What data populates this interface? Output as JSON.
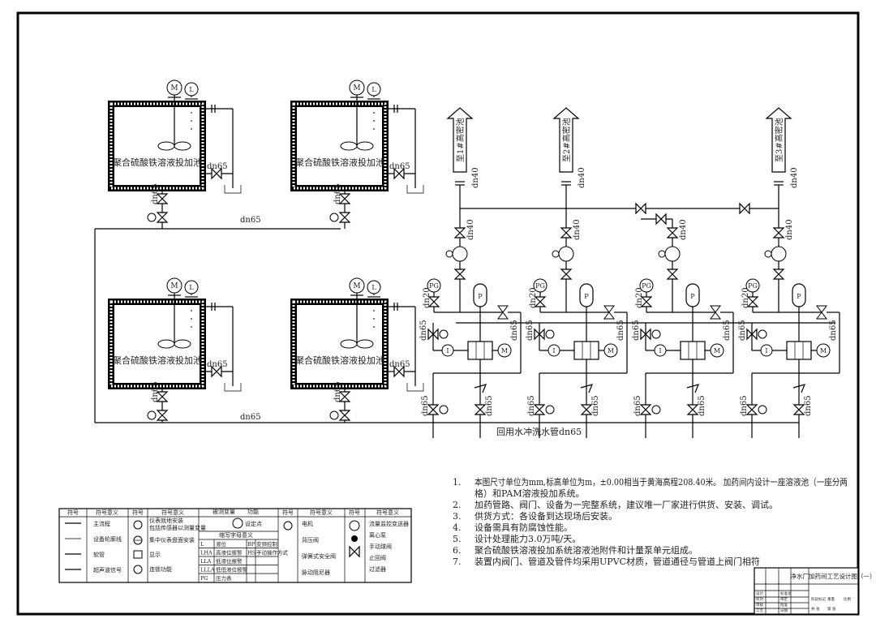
{
  "tanks": [
    {
      "label": "聚合硫酸铁溶液投加池",
      "overflow_dn": "dn65",
      "outlet_dn": "dn65"
    },
    {
      "label": "聚合硫酸铁溶液投加池",
      "overflow_dn": "dn65",
      "outlet_dn": "dn65"
    },
    {
      "label": "聚合硫酸铁溶液投加池",
      "overflow_dn": "dn65",
      "outlet_dn": "dn65"
    },
    {
      "label": "聚合硫酸铁溶液投加池",
      "overflow_dn": "dn65",
      "outlet_dn": "dn65"
    }
  ],
  "pipes": {
    "top_header": "dn65",
    "bottom_header": "dn65",
    "return_line": "回用水冲洗水管dn65",
    "discharge": "dn40",
    "branch": "dn40",
    "gauge": "dn20",
    "pump": "dn65"
  },
  "destinations": [
    "至1#高密池",
    "至2#高密池",
    "至3#高密池"
  ],
  "instruments": {
    "motor": "M",
    "level": "L",
    "pressure_vessel": "P",
    "pressure_gauge": "PG",
    "indicator": "I"
  },
  "notes": [
    {
      "num": "1.",
      "lines": [
        "本图尺寸单位为mm,标高单位为m，±0.00相当于黄海高程208.40米。 加药间内设计一座溶液池（一座分两",
        "格）和PAM溶液投加系统。"
      ]
    },
    {
      "num": "2.",
      "lines": [
        "加药管路、阀门、设备为一完整系统，建议唯一厂家进行供货、安装、调试。"
      ]
    },
    {
      "num": "3.",
      "lines": [
        "供货方式：各设备到达现场后安装。"
      ]
    },
    {
      "num": "4.",
      "lines": [
        "设备需具有防腐蚀性能。"
      ]
    },
    {
      "num": "5.",
      "lines": [
        "设计处理能力3.0万吨/天。"
      ]
    },
    {
      "num": "6.",
      "lines": [
        "聚合硫酸铁溶液投加系统溶液池附件和计量泵单元组成。"
      ]
    },
    {
      "num": "7.",
      "lines": [
        "装置内阀门、管道及管件均采用UPVC材质，管道通径与管道上阀门相符"
      ]
    }
  ],
  "legend": {
    "h_symbol": "符号",
    "h_meaning": "符号意义",
    "col1": [
      "主流程",
      "设备轮廓线",
      "软管",
      "超声波信号"
    ],
    "col2": [
      "仪表就地安装",
      "包括传感器以测量变量",
      "集中仪表盘面安装",
      "显示",
      "连锁功能"
    ],
    "mid_header_var": "被测变量",
    "mid_header_func": "功能",
    "mid_setpoint": "设定点",
    "mid_abbr_title": "缩写字母意义",
    "mid_rows": [
      [
        "L",
        "液位",
        "BP",
        "变频控制"
      ],
      [
        "LHA",
        "高液位报警",
        "HS",
        "手动操作方式"
      ],
      [
        "LLA",
        "低液位报警",
        "",
        ""
      ],
      [
        "LLLA",
        "低低液位报警",
        "",
        ""
      ],
      [
        "PG",
        "压力表",
        "",
        ""
      ]
    ],
    "col3": [
      "电机",
      "背压阀",
      "弹簧式安全阀",
      "脉动阻尼器"
    ],
    "col4": [
      "流量监控变送器",
      "离心泵",
      "手动球阀",
      "止回阀",
      "过滤器"
    ]
  },
  "title_block": {
    "title": "净水厂加药间工艺设计图（一）",
    "cells": [
      "设计",
      "校对",
      "审核",
      "工艺",
      "标准化",
      "审定",
      "批准",
      "日期",
      "阶段标记",
      "重量",
      "比例",
      "共 张",
      "第 张"
    ]
  }
}
